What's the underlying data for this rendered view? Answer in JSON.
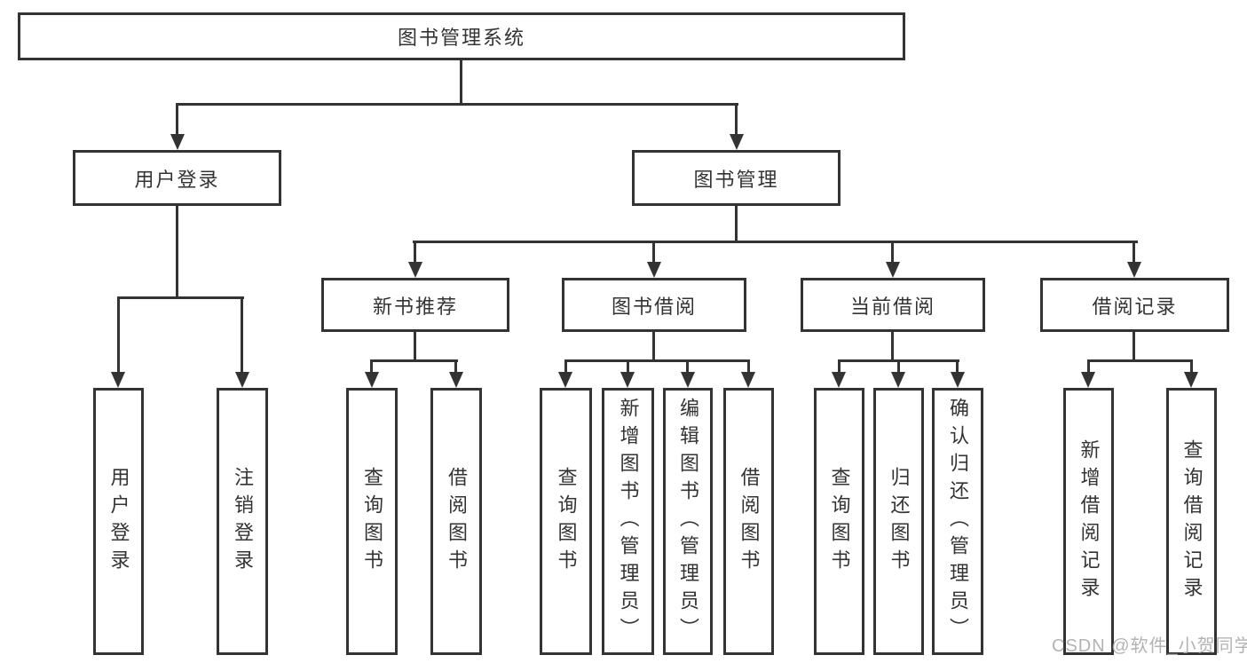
{
  "diagram": {
    "root": {
      "label": "图书管理系统"
    },
    "user": {
      "label": "用户登录",
      "children": [
        {
          "label": "用户登录"
        },
        {
          "label": "注销登录"
        }
      ]
    },
    "book": {
      "label": "图书管理",
      "sections": [
        {
          "label": "新书推荐",
          "children": [
            {
              "label": "查询图书"
            },
            {
              "label": "借阅图书"
            }
          ]
        },
        {
          "label": "图书借阅",
          "children": [
            {
              "label": "查询图书"
            },
            {
              "label": "新增图书（管理员）"
            },
            {
              "label": "编辑图书（管理员）"
            },
            {
              "label": "借阅图书"
            }
          ]
        },
        {
          "label": "当前借阅",
          "children": [
            {
              "label": "查询图书"
            },
            {
              "label": "归还图书"
            },
            {
              "label": "确认归还（管理员）"
            }
          ]
        },
        {
          "label": "借阅记录",
          "children": [
            {
              "label": "新增借阅记录"
            },
            {
              "label": "查询借阅记录"
            }
          ]
        }
      ]
    },
    "watermark": "CSDN @软件_小贺同学",
    "colors": {
      "line": "#333333",
      "text": "#333333",
      "watermark": "#acacac",
      "background": "#ffffff"
    }
  }
}
